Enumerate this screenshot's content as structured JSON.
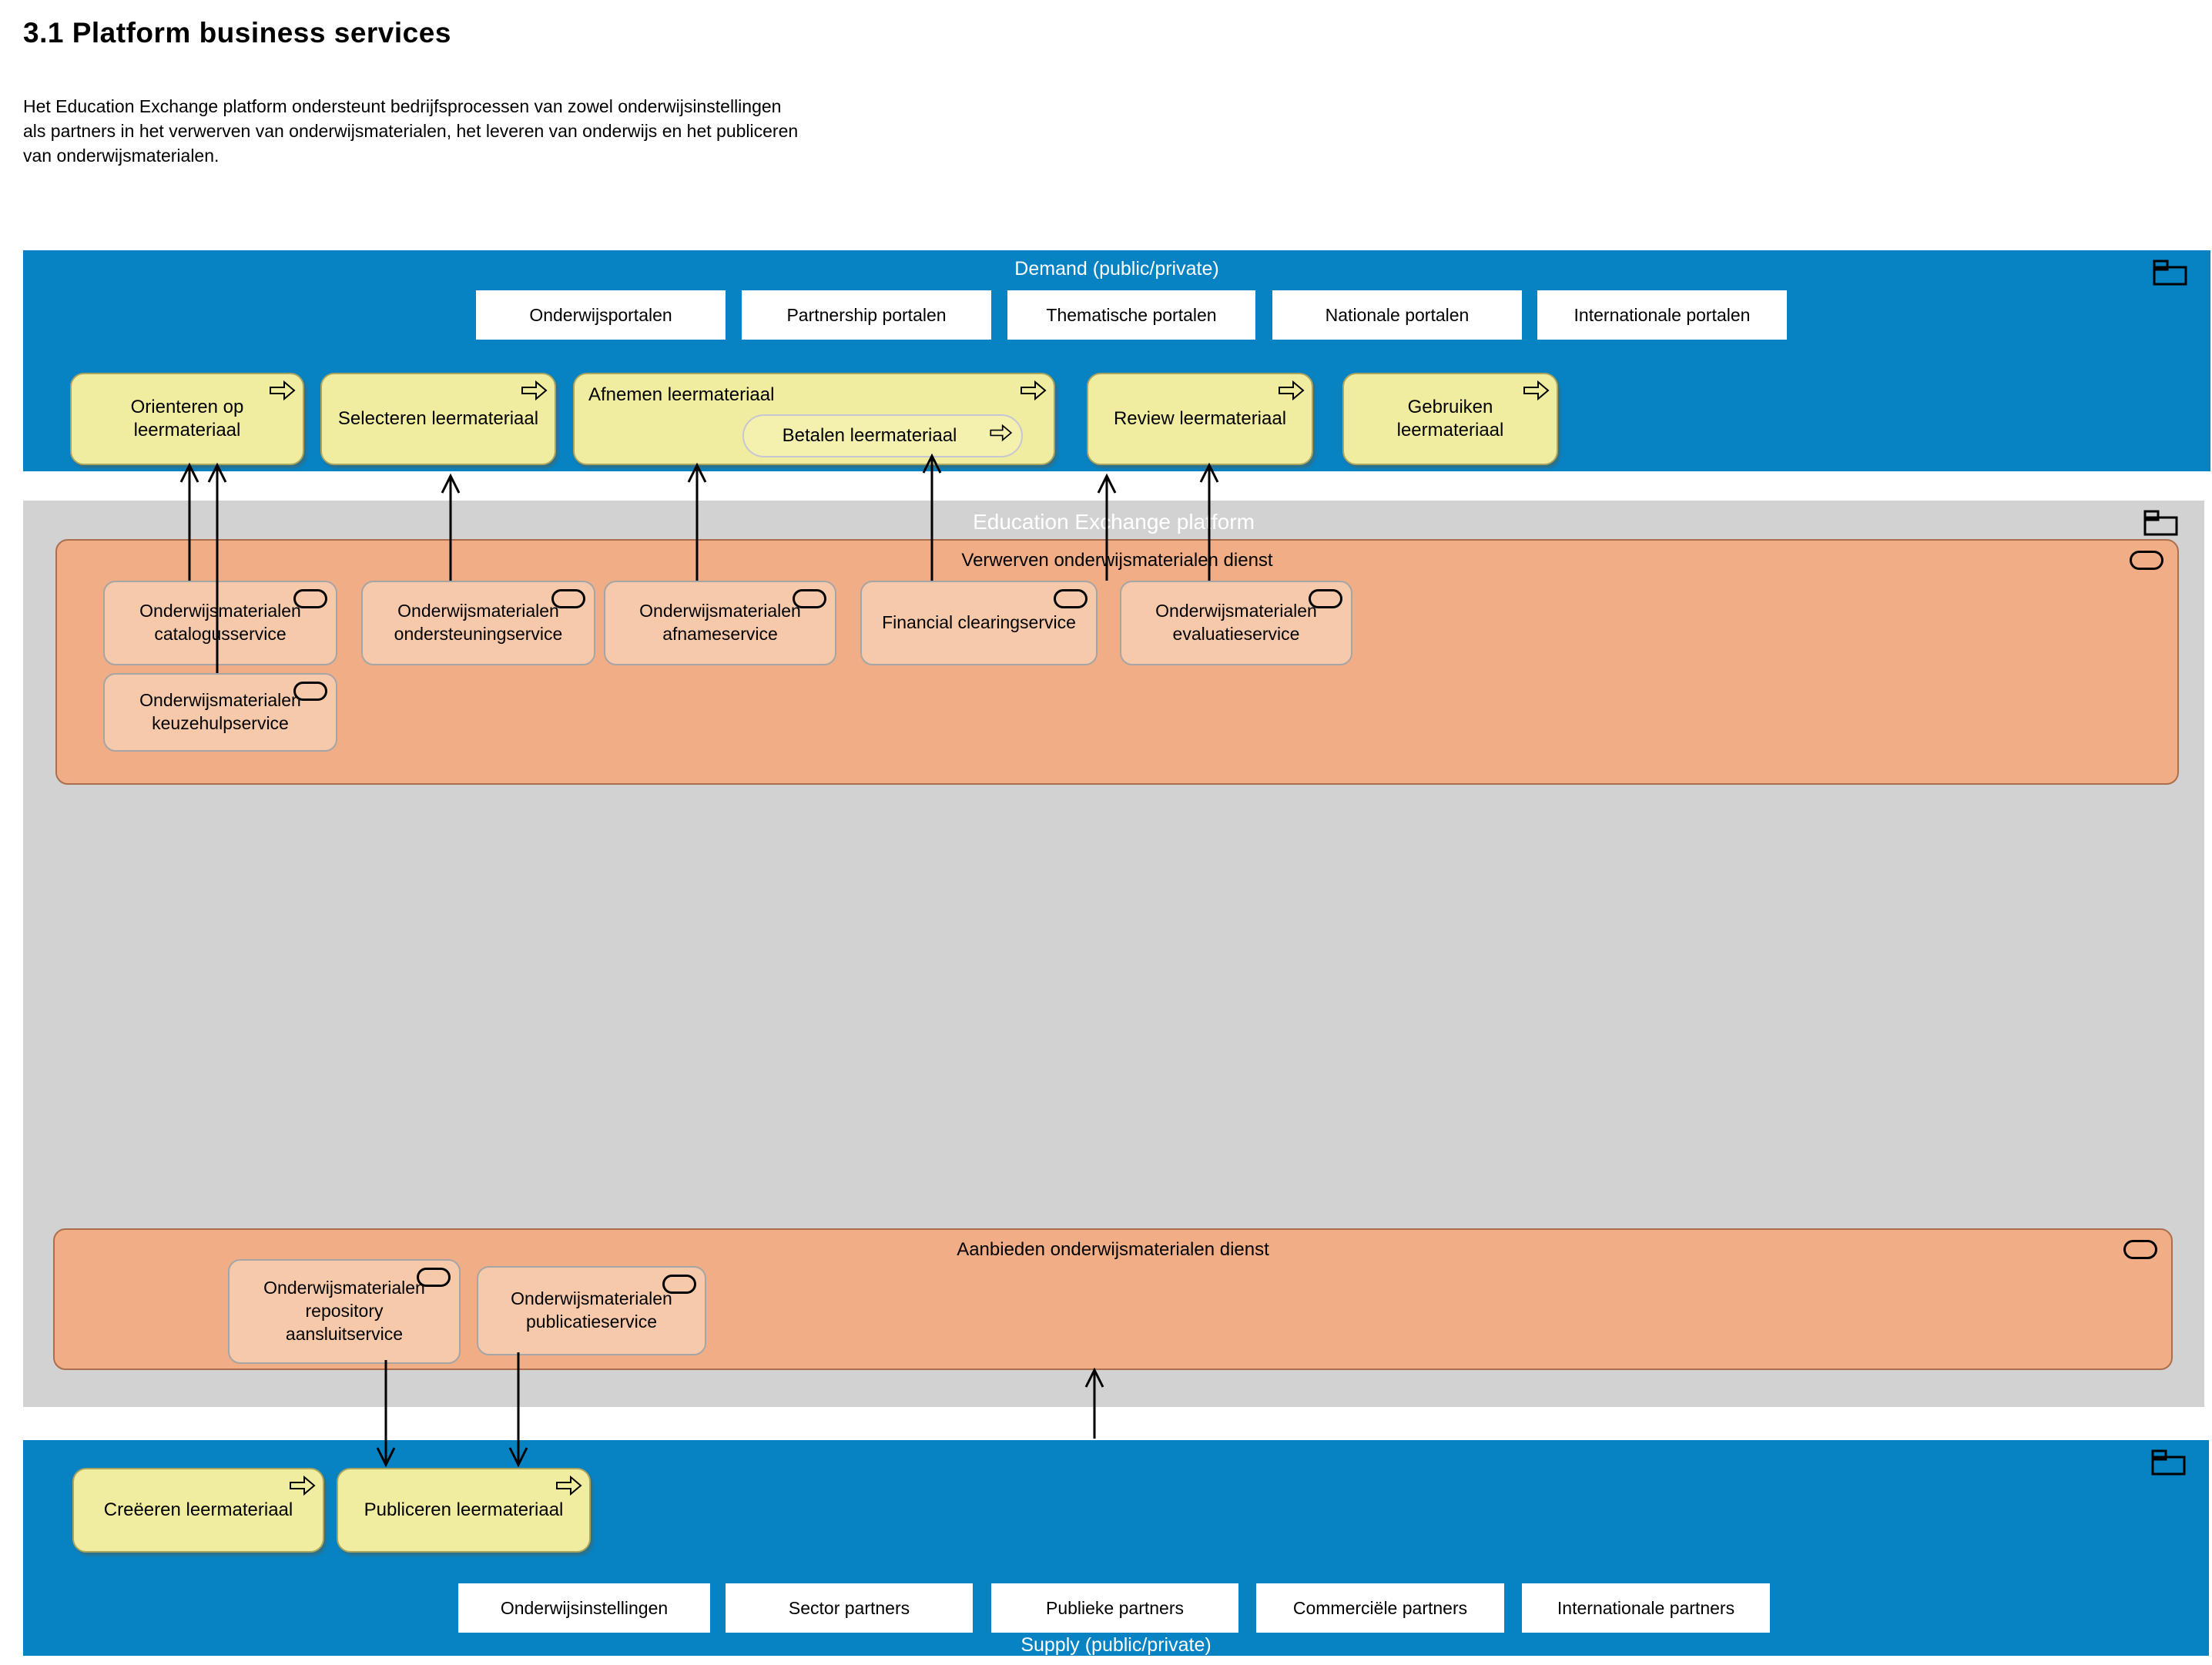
{
  "title": "3.1 Platform business services",
  "description": "Het Education Exchange platform ondersteunt bedrijfsprocessen van zowel onderwijsinstellingen\nals partners in het verwerven van onderwijsmaterialen, het leveren van onderwijs en het publiceren\nvan onderwijsmaterialen.",
  "demand": {
    "label": "Demand (public/private)",
    "portals": [
      "Onderwijsportalen",
      "Partnership portalen",
      "Thematische portalen",
      "Nationale portalen",
      "Internationale portalen"
    ],
    "processes": {
      "orienteren": "Orienteren op leermateriaal",
      "selecteren": "Selecteren leermateriaal",
      "afnemen": "Afnemen leermateriaal",
      "betalen": "Betalen leermateriaal",
      "review": "Review leermateriaal",
      "gebruiken": "Gebruiken leermateriaal"
    }
  },
  "platform": {
    "label": "Education Exchange platform",
    "verwerven": {
      "label": "Verwerven onderwijsmaterialen dienst",
      "services": [
        "Onderwijsmaterialen catalogusservice",
        "Onderwijsmaterialen ondersteuningservice",
        "Onderwijsmaterialen afnameservice",
        "Financial clearingservice",
        "Onderwijsmaterialen evaluatieservice",
        "Onderwijsmaterialen keuzehulpservice"
      ]
    },
    "aanbieden": {
      "label": "Aanbieden onderwijsmaterialen dienst",
      "services": [
        "Onderwijsmaterialen repository aansluitservice",
        "Onderwijsmaterialen publicatieservice"
      ]
    }
  },
  "supply": {
    "label": "Supply (public/private)",
    "processes": {
      "creeeren": "Creëeren leermateriaal",
      "publiceren": "Publiceren leermateriaal"
    },
    "partners": [
      "Onderwijsinstellingen",
      "Sector partners",
      "Publieke partners",
      "Commerciële partners",
      "Internationale partners"
    ]
  },
  "icons": {
    "folder": "folder-icon",
    "business_process": "process-arrow-icon",
    "business_service": "service-stadium-icon"
  },
  "colors": {
    "band_blue": "#0783C4",
    "platform_gray": "#D2D2D2",
    "container_orange": "#F0AD86",
    "service_salmon": "#F7C9AB",
    "process_yellow": "#F1EDA0",
    "white_box": "#FFFFFF",
    "connector": "#000000"
  }
}
